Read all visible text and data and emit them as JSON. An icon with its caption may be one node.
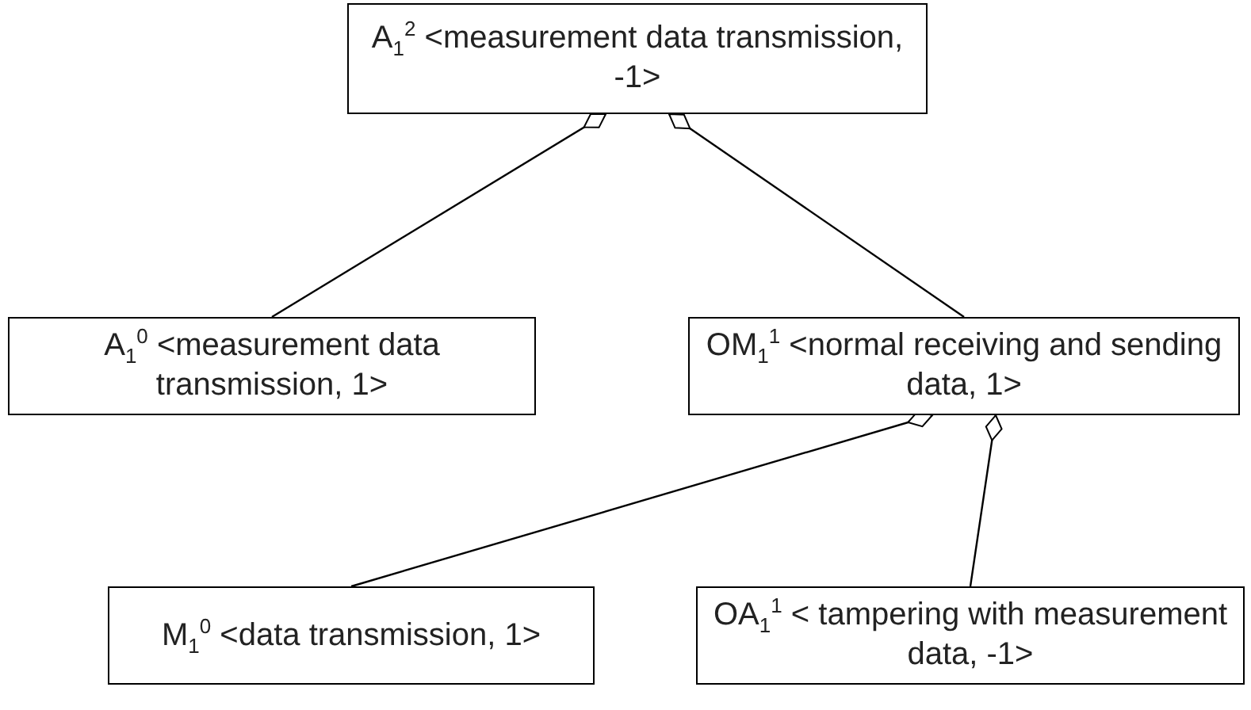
{
  "diagram": {
    "nodes": [
      {
        "text": [
          "A$_{1}$$^{2}$ <measurement data transmission, -1>"
        ]
      },
      {
        "text": [
          "A$_{1}$$^{0}$ <measurement data transmission, 1>"
        ]
      },
      {
        "text": [
          "OM$_{1}$$^{1}$ <normal receiving and sending data, 1>"
        ]
      },
      {
        "text": [
          "M$_{1}$$^{0}$ <data transmission, 1>"
        ]
      },
      {
        "text": [
          "OA$_{1}$$^{1}$ < tampering with measurement data, -1>"
        ]
      }
    ],
    "edges": [
      {
        "from": 0,
        "to": 1,
        "arrow": "other"
      },
      {
        "from": 0,
        "to": 2,
        "arrow": "other"
      },
      {
        "from": 2,
        "to": 3,
        "arrow": "other"
      },
      {
        "from": 2,
        "to": 4,
        "arrow": "other"
      }
    ]
  }
}
